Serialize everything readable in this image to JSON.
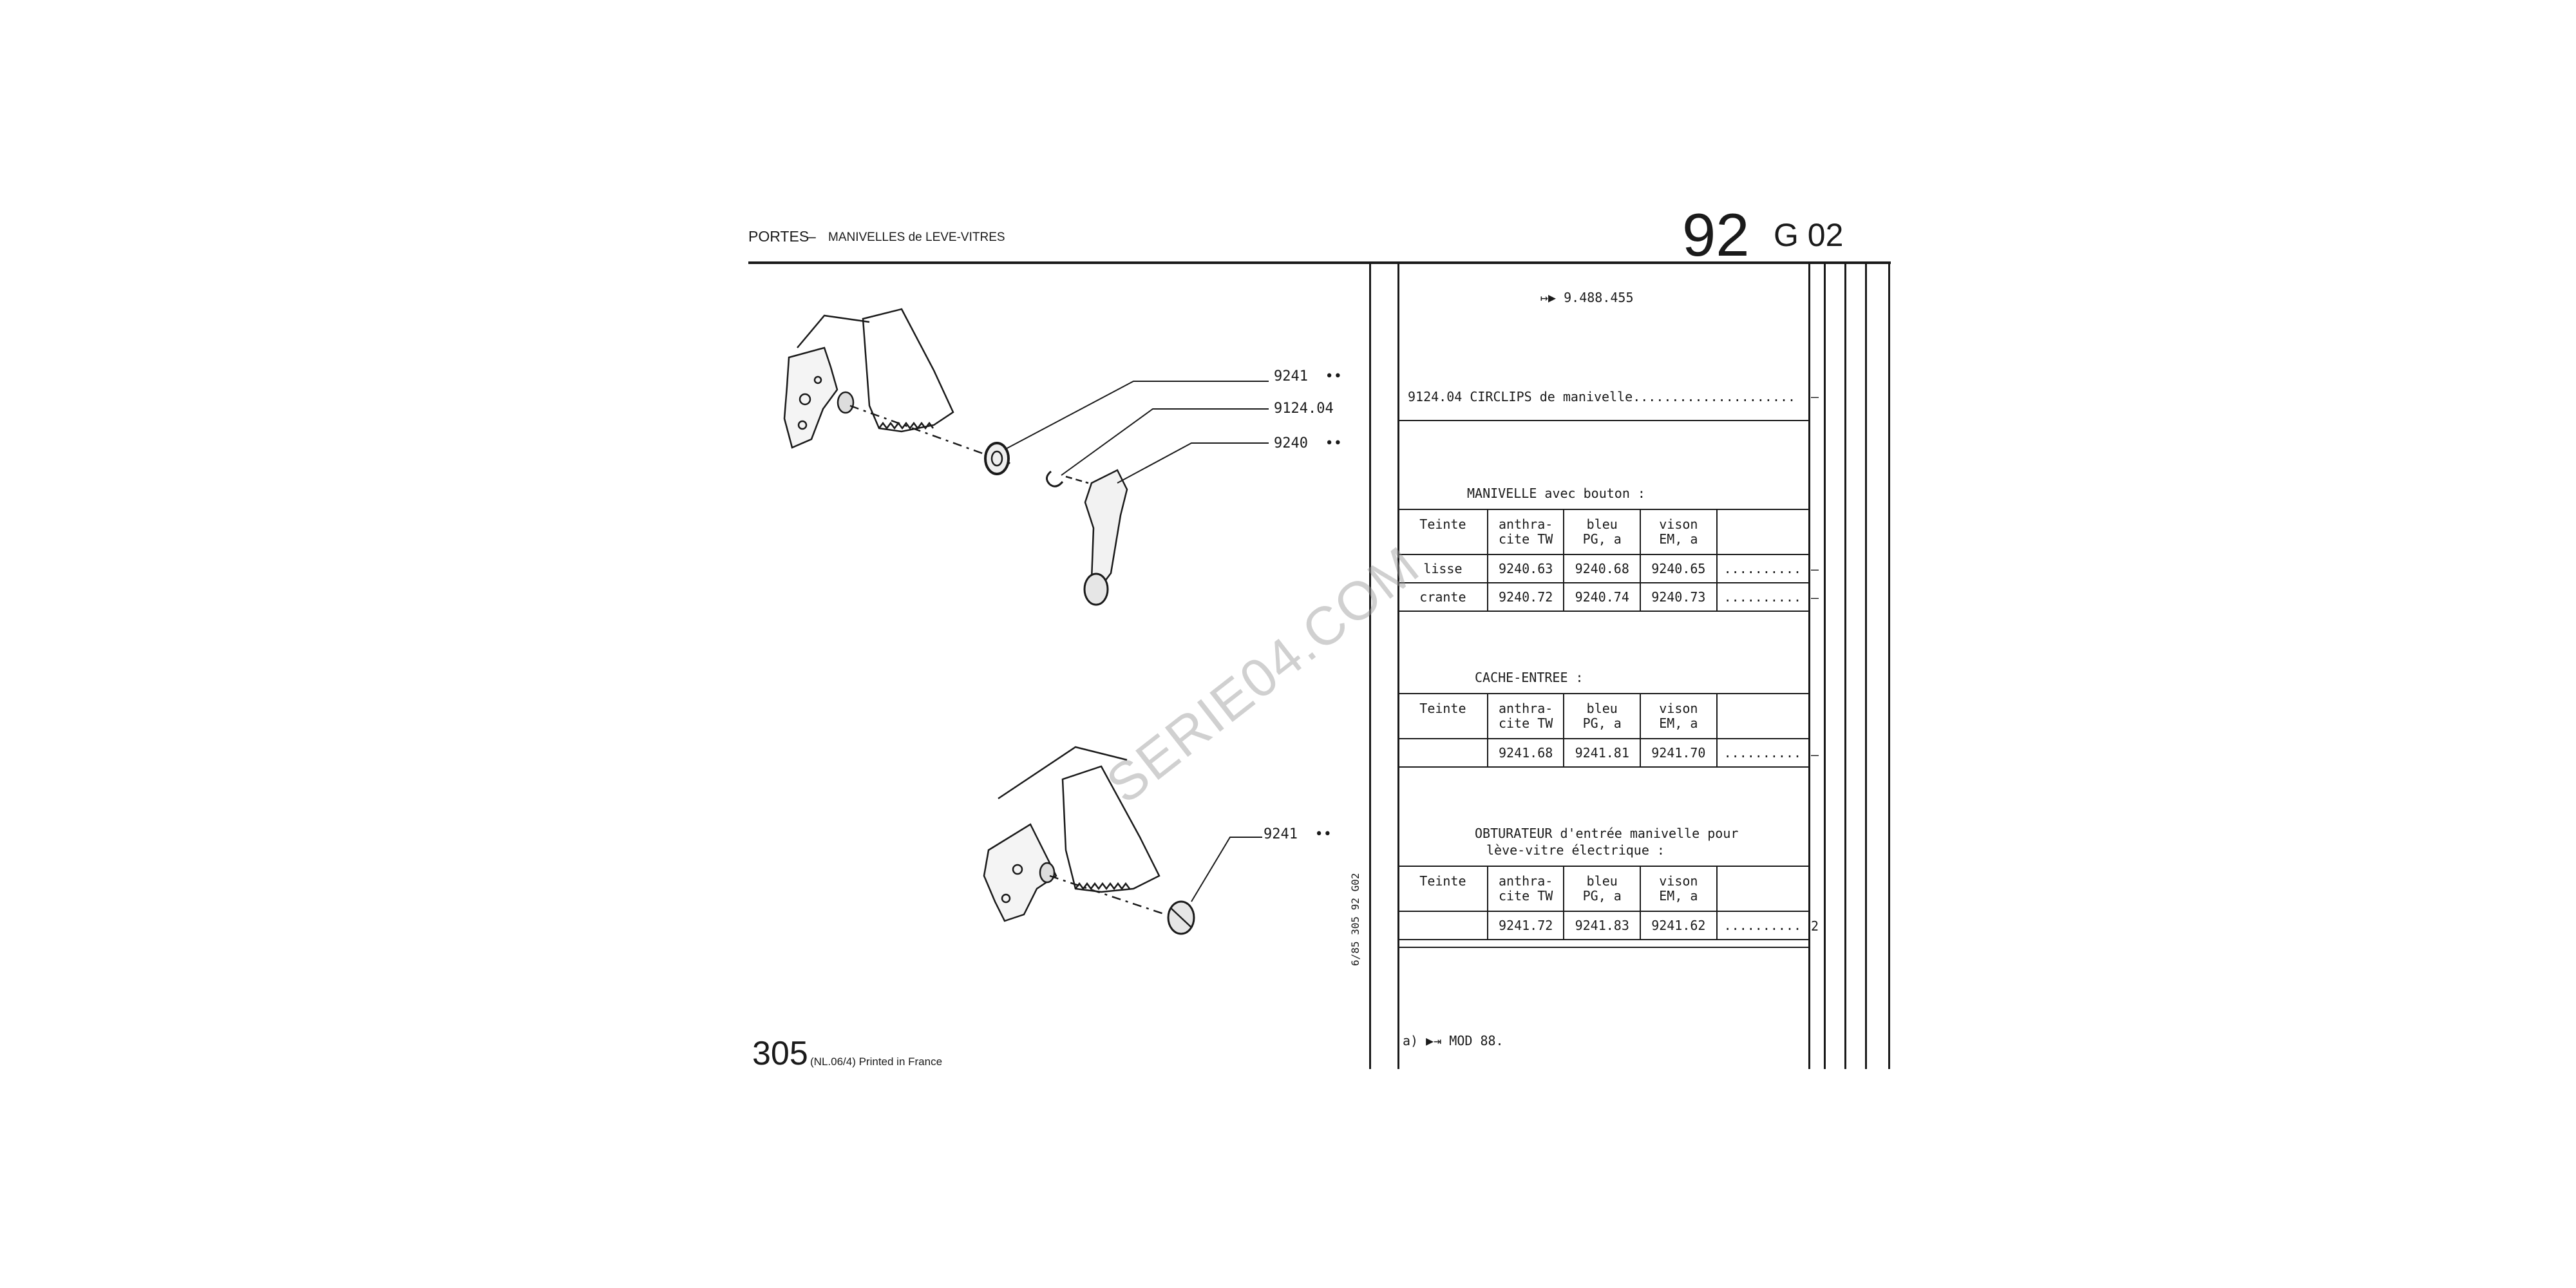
{
  "header": {
    "title": "PORTES",
    "dash": "–",
    "subtitle": "MANIVELLES de LEVE-VITRES",
    "page_num": "92",
    "page_code": "G 02"
  },
  "diagram": {
    "callouts": [
      {
        "id": "c1",
        "label": "9241",
        "marks": "••"
      },
      {
        "id": "c2",
        "label": "9124.04",
        "marks": ""
      },
      {
        "id": "c3",
        "label": "9240",
        "marks": "••"
      },
      {
        "id": "c4",
        "label": "9241",
        "marks": "••"
      }
    ]
  },
  "footer": {
    "model": "305",
    "printed": "(NL.06/4) Printed in France",
    "vertical_code": "6/85 305 92 G02"
  },
  "right": {
    "serial_note": "9.488.455",
    "circlips": {
      "ref": "9124.04",
      "text": "CIRCLIPS de manivelle",
      "qty": "–"
    },
    "sections": [
      {
        "title": "MANIVELLE avec bouton :",
        "col_header": "Teinte",
        "columns": [
          [
            "anthra-",
            "cite TW"
          ],
          [
            "bleu",
            "PG, a"
          ],
          [
            "vison",
            "EM, a"
          ]
        ],
        "rows": [
          {
            "label": "lisse",
            "values": [
              "9240.63",
              "9240.68",
              "9240.65"
            ],
            "qty": "–"
          },
          {
            "label": "crante",
            "values": [
              "9240.72",
              "9240.74",
              "9240.73"
            ],
            "qty": "–"
          }
        ]
      },
      {
        "title": "CACHE-ENTREE :",
        "col_header": "Teinte",
        "columns": [
          [
            "anthra-",
            "cite TW"
          ],
          [
            "bleu",
            "PG, a"
          ],
          [
            "vison",
            "EM, a"
          ]
        ],
        "rows": [
          {
            "label": "",
            "values": [
              "9241.68",
              "9241.81",
              "9241.70"
            ],
            "qty": "–"
          }
        ]
      },
      {
        "title_lines": [
          "OBTURATEUR d'entrée manivelle pour",
          "lève-vitre électrique :"
        ],
        "col_header": "Teinte",
        "columns": [
          [
            "anthra-",
            "cite TW"
          ],
          [
            "bleu",
            "PG, a"
          ],
          [
            "vison",
            "EM, a"
          ]
        ],
        "rows": [
          {
            "label": "",
            "values": [
              "9241.72",
              "9241.83",
              "9241.62"
            ],
            "qty": "2"
          }
        ]
      }
    ],
    "footnote": {
      "prefix": "a)",
      "text": "MOD 88."
    }
  },
  "watermark": "SERIE04.COM"
}
